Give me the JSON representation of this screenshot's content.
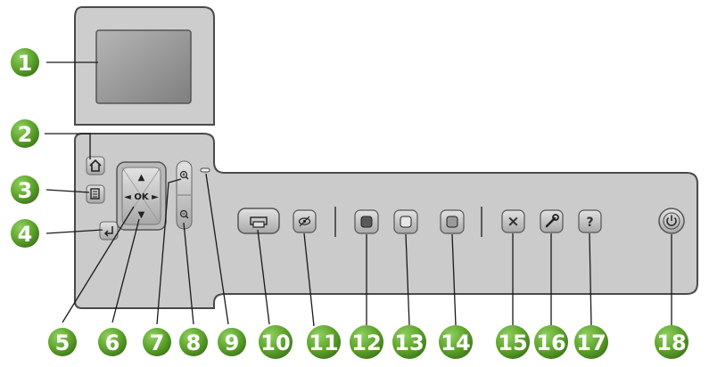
{
  "colors": {
    "callout_green": "#5ea32c",
    "panel_gray": "#c9c9c9",
    "panel_outline": "#4a4a4a",
    "screen_gray": "#9b9b9b",
    "button_gray": "#bdbdbd",
    "leader_line": "#1a1a1a"
  },
  "dpad": {
    "ok_label": "OK",
    "up": "▲",
    "down": "▼",
    "left": "◄",
    "right": "►"
  },
  "glyphs": {
    "cancel": "×",
    "help": "?",
    "home": "⌂"
  },
  "callouts": [
    "1",
    "2",
    "3",
    "4",
    "5",
    "6",
    "7",
    "8",
    "9",
    "10",
    "11",
    "12",
    "13",
    "14",
    "15",
    "16",
    "17",
    "18"
  ]
}
